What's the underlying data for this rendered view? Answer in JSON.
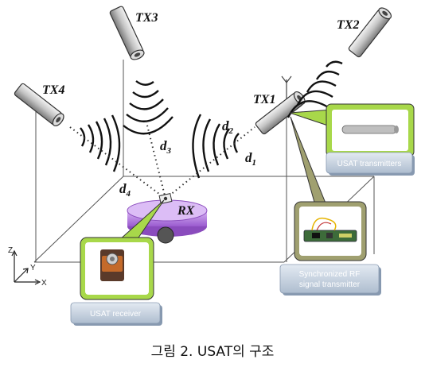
{
  "transmitters": [
    "TX1",
    "TX2",
    "TX3",
    "TX4"
  ],
  "receiver": "RX",
  "distances": {
    "d1": {
      "base": "d",
      "sub": "1"
    },
    "d2": {
      "base": "d",
      "sub": "2"
    },
    "d3": {
      "base": "d",
      "sub": "3"
    },
    "d4": {
      "base": "d",
      "sub": "4"
    }
  },
  "axes": {
    "z": "Z",
    "y": "Y",
    "x": "X"
  },
  "callouts": {
    "transmitters": "USAT transmitters",
    "rf_line1": "Synchronized RF",
    "rf_line2": "signal transmitter",
    "receiver": "USAT receiver"
  },
  "caption": "그림 2. USAT의 구조",
  "colors": {
    "callout_green": "#a8d84a",
    "callout_box": "#c8d4e2",
    "rf_box": "#a0a070",
    "robot": "#b480e0",
    "tx_body": "#c8c8c8"
  }
}
